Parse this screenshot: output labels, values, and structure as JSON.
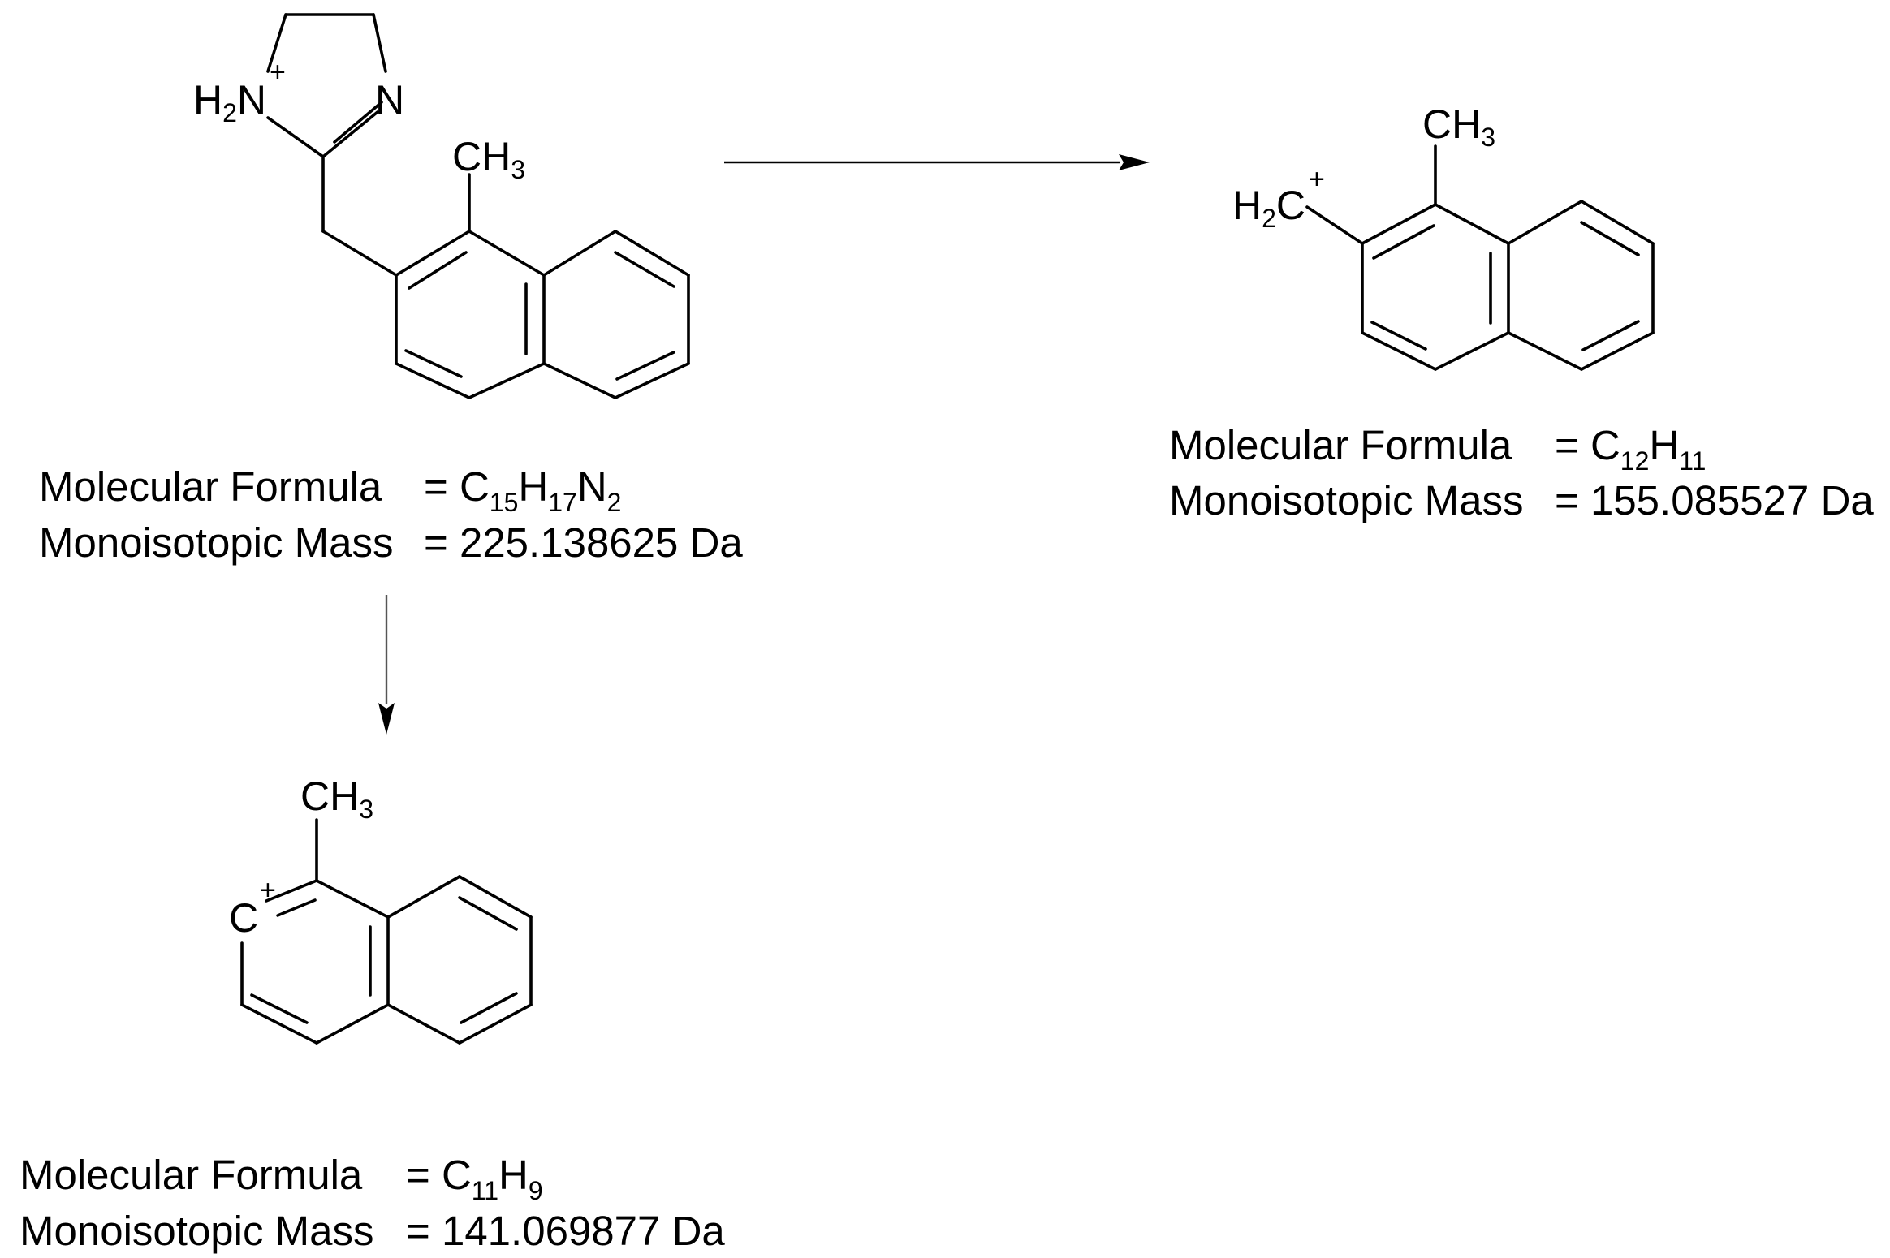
{
  "colors": {
    "ink": "#000000",
    "background": "#ffffff",
    "down_arrow": "#555555"
  },
  "labels": {
    "molecular_formula": "Molecular Formula",
    "monoisotopic_mass": "Monoisotopic Mass"
  },
  "compounds": [
    {
      "atom_labels": {
        "nh2": "H",
        "nh2_sub": "2",
        "nh2_atom": "N",
        "nh2_charge": "+",
        "n": "N",
        "methyl": "CH",
        "methyl_sub": "3"
      },
      "formula": {
        "eq": "= C",
        "c": "15",
        "h_sym": "H",
        "h": "17",
        "n_sym": "N",
        "n": "2"
      },
      "mass": "= 225.138625 Da"
    },
    {
      "atom_labels": {
        "methyl": "CH",
        "methyl_sub": "3",
        "ch2_h": "H",
        "ch2_sub": "2",
        "ch2_c": "C",
        "ch2_charge": "+"
      },
      "formula": {
        "eq": "= C",
        "c": "12",
        "h_sym": "H",
        "h": "11"
      },
      "mass": "= 155.085527 Da"
    },
    {
      "atom_labels": {
        "methyl": "CH",
        "methyl_sub": "3",
        "c": "C",
        "c_charge": "+"
      },
      "formula": {
        "eq": "= C",
        "c": "11",
        "h_sym": "H",
        "h": "9"
      },
      "mass": "= 141.069877 Da"
    }
  ]
}
